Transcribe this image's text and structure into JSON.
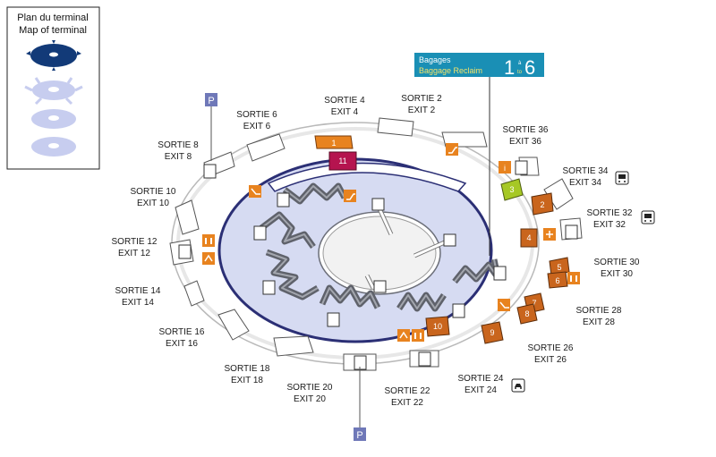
{
  "legend": {
    "title_fr": "Plan du terminal",
    "title_en": "Map of terminal"
  },
  "baggage_banner": {
    "label_fr": "Bagages",
    "label_en": "Baggage Reclaim",
    "range_from": "1",
    "range_a": "à",
    "range_to_word": "to",
    "range_to": "6"
  },
  "parking": {
    "label": "P"
  },
  "exits": [
    {
      "fr": "SORTIE 4",
      "en": "EXIT 4"
    },
    {
      "fr": "SORTIE 2",
      "en": "EXIT 2"
    },
    {
      "fr": "SORTIE 6",
      "en": "EXIT 6"
    },
    {
      "fr": "SORTIE 8",
      "en": "EXIT 8"
    },
    {
      "fr": "SORTIE 10",
      "en": "EXIT 10"
    },
    {
      "fr": "SORTIE 12",
      "en": "EXIT 12"
    },
    {
      "fr": "SORTIE 14",
      "en": "EXIT 14"
    },
    {
      "fr": "SORTIE 16",
      "en": "EXIT 16"
    },
    {
      "fr": "SORTIE 18",
      "en": "EXIT 18"
    },
    {
      "fr": "SORTIE 20",
      "en": "EXIT 20"
    },
    {
      "fr": "SORTIE 22",
      "en": "EXIT 22"
    },
    {
      "fr": "SORTIE 24",
      "en": "EXIT 24"
    },
    {
      "fr": "SORTIE 26",
      "en": "EXIT 26"
    },
    {
      "fr": "SORTIE 28",
      "en": "EXIT 28"
    },
    {
      "fr": "SORTIE 30",
      "en": "EXIT 30"
    },
    {
      "fr": "SORTIE 32",
      "en": "EXIT 32"
    },
    {
      "fr": "SORTIE 34",
      "en": "EXIT 34"
    },
    {
      "fr": "SORTIE 36",
      "en": "EXIT 36"
    }
  ],
  "carousels": [
    "1",
    "2",
    "3",
    "4",
    "5",
    "6",
    "7",
    "8",
    "9",
    "10",
    "11"
  ],
  "colors": {
    "floor": "#d6dbf2",
    "ring_stroke": "#2b2f75",
    "belt": "#6b6e78",
    "orange": "#e8831f",
    "brown": "#c9651d",
    "magenta": "#b5144f",
    "green": "#a6c825",
    "banner": "#1a8fb5",
    "parking": "#6f78b8",
    "legend_dark": "#123a78",
    "legend_light": "#c7cdef"
  },
  "icons": [
    "parking-icon",
    "bus-icon",
    "taxi-icon",
    "elevator-icon",
    "escalator-icon",
    "toilet-icon",
    "baggage-trolley-icon",
    "info-icon",
    "exchange-icon",
    "telephone-icon"
  ]
}
